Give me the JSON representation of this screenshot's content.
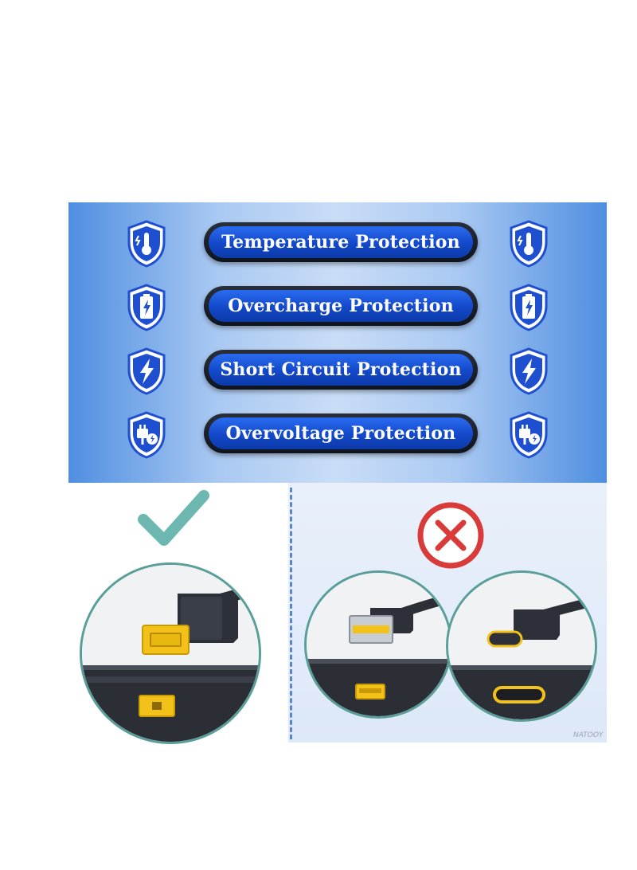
{
  "protections": [
    {
      "label": "Temperature Protection",
      "icon": "thermometer-shield-icon"
    },
    {
      "label": "Overcharge Protection",
      "icon": "battery-shield-icon"
    },
    {
      "label": "Short Circuit Protection",
      "icon": "lightning-shield-icon"
    },
    {
      "label": "Overvoltage Protection",
      "icon": "plug-shield-icon"
    }
  ],
  "compatibility": {
    "correct": {
      "icon": "checkmark-icon",
      "connector": "square-slim-tip-connector"
    },
    "incorrect": {
      "icon": "cross-icon",
      "connectors": [
        "usb-a-connector",
        "usb-c-connector"
      ]
    }
  },
  "colors": {
    "pill_blue": "#1a56e0",
    "shield_blue": "#1f4fd1",
    "check_teal": "#6cb8b0",
    "cross_red": "#d93a3a",
    "connector_yellow": "#f2c21b"
  },
  "watermark": "NATOOY"
}
